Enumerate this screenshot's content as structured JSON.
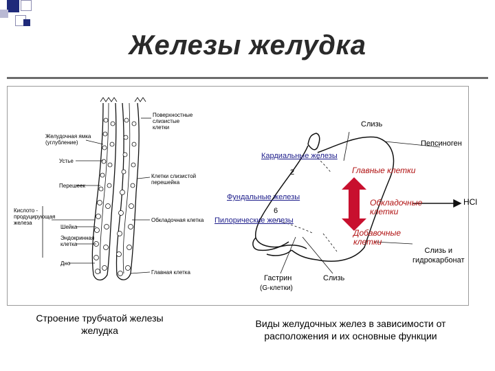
{
  "slide": {
    "title": "Железы желудка",
    "accent_color": "#1f2a7a"
  },
  "gland_figure": {
    "labels": {
      "surface_cells": "Поверхностные\nслизистые\nклетки",
      "gastric_pit": "Желудочная ямка\n(углубление)",
      "mouth": "Устье",
      "mucous_neck_cells": "Клетки слизистой\nперешейка",
      "isthmus": "Перешеек",
      "acid_gland": "Кислото -\nпродуцирующая\nжелеза",
      "parietal_cell": "Обкладочная клетка",
      "neck": "Шейка",
      "endocrine_cell": "Эндокринная\nклетка",
      "base": "Дно",
      "chief_cell": "Главная клетка"
    },
    "caption": "Строение трубчатой железы\nжелудка"
  },
  "stomach_figure": {
    "labels": {
      "mucus_top": "Слизь",
      "pepsinogen": "Пепсиноген",
      "cardiac_glands": "Кардиальные железы",
      "num_2": "2",
      "chief_cells": "Главные клетки",
      "fundic_glands": "Фундальные железы",
      "parietal_cells": "Обкладочные\nклетки",
      "hcl": "HCl",
      "num_6": "6",
      "pyloric_glands": "Пилорические железы",
      "accessory_cells": "Добавочные\nклетки",
      "mucus_bicarb": "Слизь и\nгидрокарбонат",
      "gastrin": "Гастрин",
      "g_cells": "(G-клетки)",
      "mucus_bottom": "Слизь"
    },
    "arrow_color": "#c8102e",
    "caption": "Виды желудочных желез в зависимости от\nрасположения и их основные функции"
  }
}
